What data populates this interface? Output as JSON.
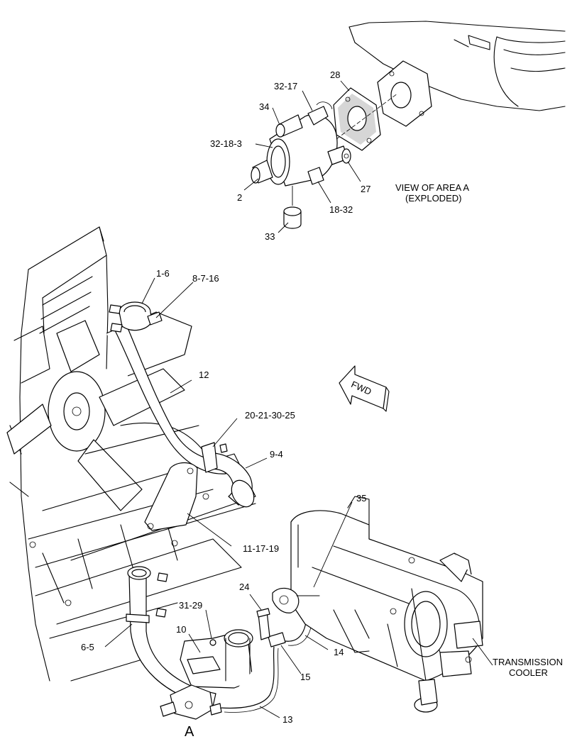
{
  "view_title": {
    "line1": "VIEW OF AREA A",
    "line2": "(EXPLODED)"
  },
  "area_marker": "A",
  "fwd_label": "FWD",
  "transmission_cooler": {
    "line1": "TRANSMISSION",
    "line2": "COOLER"
  },
  "callouts": {
    "c28": "28",
    "c32_17": "32-17",
    "c34": "34",
    "c32_18_3": "32-18-3",
    "c2": "2",
    "c27": "27",
    "c18_32": "18-32",
    "c33": "33",
    "c1_6": "1-6",
    "c8_7_16": "8-7-16",
    "c12": "12",
    "c20_21_30_25": "20-21-30-25",
    "c9_4": "9-4",
    "c35": "35",
    "c11_17_19": "11-17-19",
    "c24": "24",
    "c31_29": "31-29",
    "c10": "10",
    "c14": "14",
    "c6_5": "6-5",
    "c15": "15",
    "c13": "13"
  }
}
